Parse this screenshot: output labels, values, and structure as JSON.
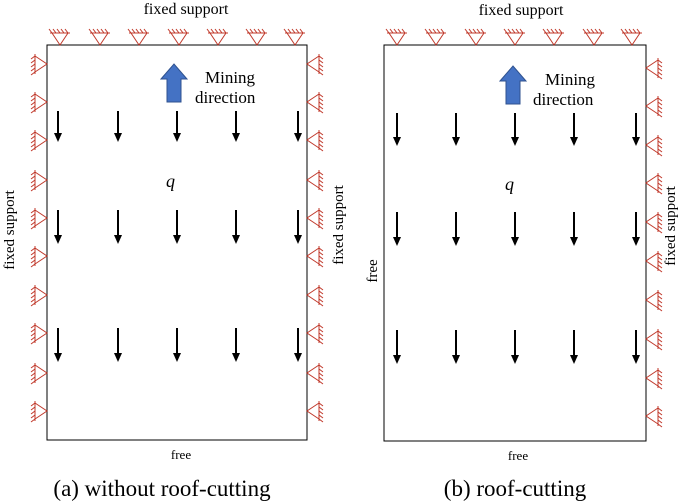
{
  "colors": {
    "support": "#c0392b",
    "mining_arrow_fill": "#4472c4",
    "mining_arrow_stroke": "#2f528f",
    "boundary": "#000000",
    "load_arrow": "#000000"
  },
  "panels": [
    {
      "id": "a",
      "caption": "(a) without roof-cutting",
      "top_label": "fixed support",
      "bottom_label": "free",
      "left_label": "fixed support",
      "right_label": "fixed support",
      "left_support": true,
      "right_support": true,
      "load_symbol": "q",
      "mining_line1": "Mining",
      "mining_line2": "direction",
      "mining_icon": "up-arrow-icon"
    },
    {
      "id": "b",
      "caption": "(b) roof-cutting",
      "top_label": "fixed support",
      "bottom_label": "free",
      "left_label": "free",
      "right_label": "fixed support",
      "left_support": false,
      "right_support": true,
      "load_symbol": "q",
      "mining_line1": "Mining",
      "mining_line2": "direction",
      "mining_icon": "up-arrow-icon"
    }
  ]
}
